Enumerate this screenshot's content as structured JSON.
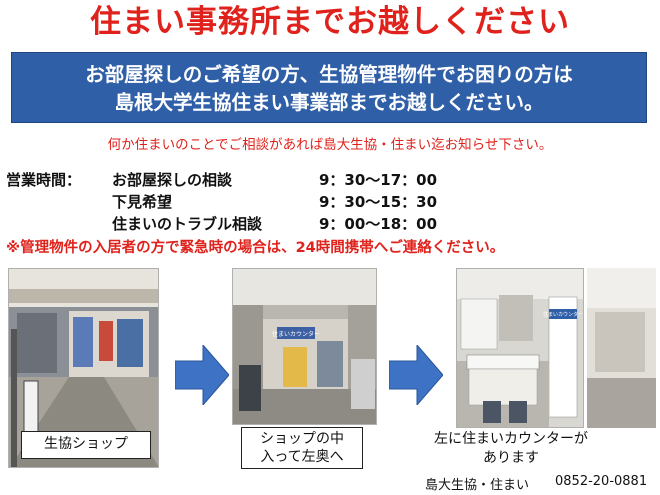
{
  "title": "住まい事務所までお越しください",
  "banner": {
    "line1_a": "お部屋探しのご希望の方、",
    "line1_b": "生協管理物件でお困りの方は",
    "line2": "島根大学生協住まい事業部までお越しください。"
  },
  "notice": "何か住まいのことでご相談があれば島大生協・住まい迄お知らせ下さい。",
  "hours": {
    "label": "営業時間：",
    "rows": [
      {
        "name": "お部屋探しの相談",
        "time": "9：30～17：00"
      },
      {
        "name": "下見希望",
        "time": "9：30～15：30"
      },
      {
        "name": "住まいのトラブル相談",
        "time": "9：00～18：00"
      }
    ]
  },
  "emergency": "※管理物件の入居者の方で緊急時の場合は、24時間携帯へご連絡ください。",
  "steps": [
    {
      "caption": "生協ショップ"
    },
    {
      "caption_l1": "ショップの中",
      "caption_l2": "入って左奥へ"
    },
    {
      "caption_l1": "左に住まいカウンターが",
      "caption_l2": "あります"
    }
  ],
  "photo_labels": {
    "sign2": "住まいカウンター",
    "sign3": "住まいカウンター"
  },
  "footer": {
    "name": "島大生協・住まい",
    "phone": "0852-20-0881"
  },
  "colors": {
    "title_red": "#e0221c",
    "banner_blue": "#2f5fa7",
    "arrow_blue": "#3d72c4"
  }
}
